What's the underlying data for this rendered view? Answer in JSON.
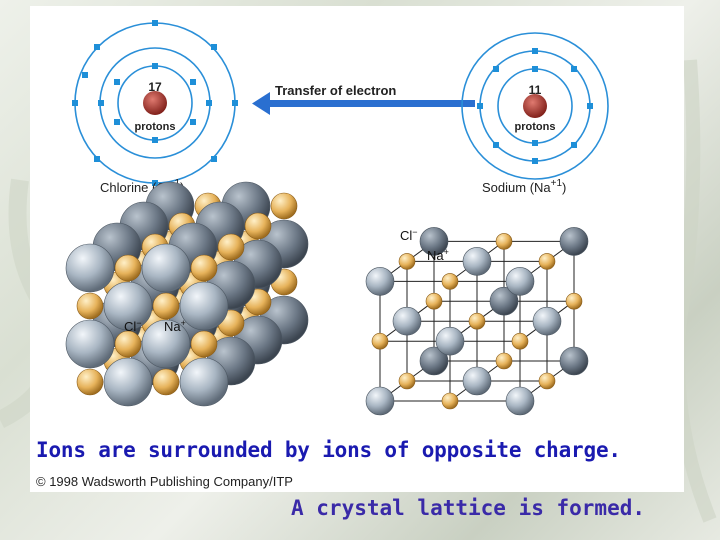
{
  "slide": {
    "caption_top": "Ions are surrounded by ions of opposite charge.",
    "caption_bottom": "A crystal lattice is formed.",
    "copyright": "© 1998 Wadsworth Publishing Company/ITP"
  },
  "atoms": {
    "chlorine": {
      "count": "17",
      "unit": "protons",
      "label": "Chlorine (Cl",
      "charge": "−1",
      "close": ")"
    },
    "sodium": {
      "count": "11",
      "unit": "protons",
      "label": "Sodium (Na",
      "charge": "+1",
      "close": ")"
    },
    "arrow_label": "Transfer of electron"
  },
  "lattice": {
    "cl_label": "Cl",
    "cl_sup": "−",
    "na_label": "Na",
    "na_sup": "+"
  },
  "colors": {
    "electron": "#1e8fd8",
    "orbit": "#2a8fd8",
    "arrow": "#2a6fd0",
    "chloride": "#a9b6c3",
    "sodium_ion": "#e6b25a",
    "caption": "#1a1ab0"
  }
}
